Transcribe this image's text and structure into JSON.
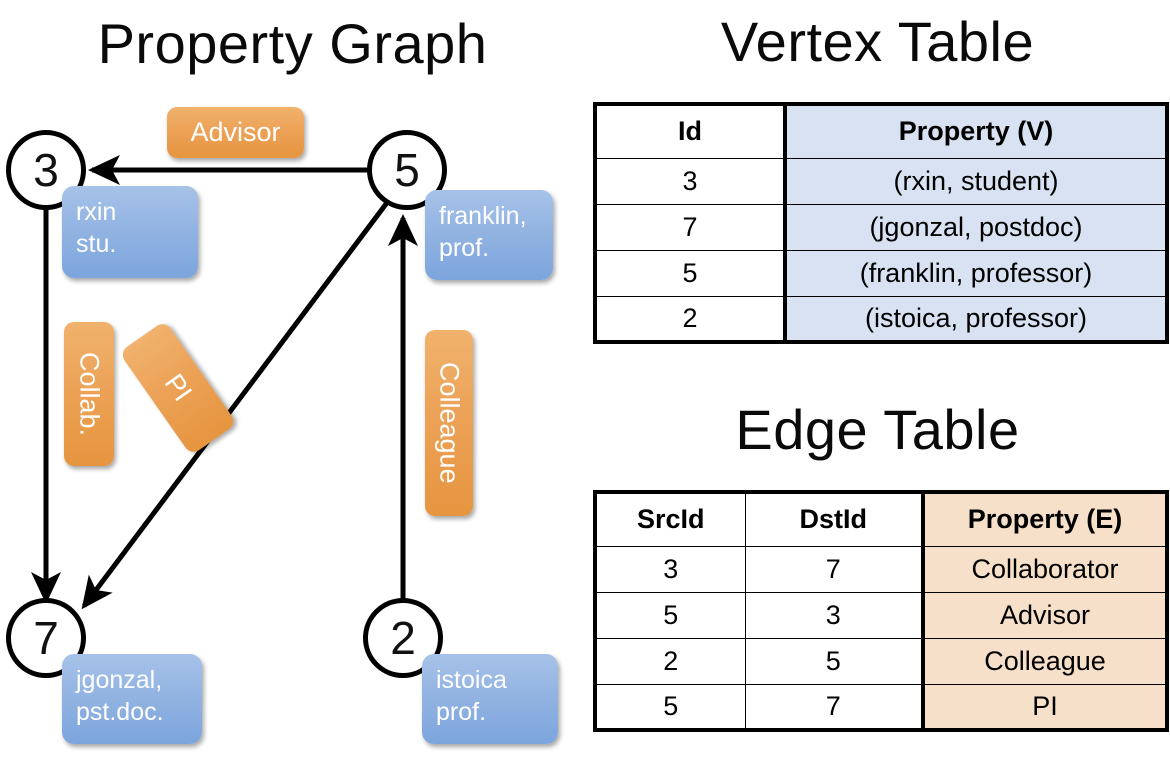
{
  "titles": {
    "property_graph": "Property Graph",
    "vertex_table": "Vertex Table",
    "edge_table": "Edge Table"
  },
  "graph": {
    "nodes": [
      {
        "id": "3",
        "label": "3",
        "property_lines": [
          "rxin",
          "stu."
        ]
      },
      {
        "id": "5",
        "label": "5",
        "property_lines": [
          "franklin,",
          "prof."
        ]
      },
      {
        "id": "7",
        "label": "7",
        "property_lines": [
          "jgonzal,",
          "pst.doc."
        ]
      },
      {
        "id": "2",
        "label": "2",
        "property_lines": [
          "istoica",
          "prof."
        ]
      }
    ],
    "edge_labels": [
      {
        "name": "advisor",
        "text": "Advisor"
      },
      {
        "name": "collab",
        "text": "Collab."
      },
      {
        "name": "pi",
        "text": "PI"
      },
      {
        "name": "colleague",
        "text": "Colleague"
      }
    ]
  },
  "vertex_table": {
    "headers": [
      "Id",
      "Property (V)"
    ],
    "rows": [
      [
        "3",
        "(rxin, student)"
      ],
      [
        "7",
        "(jgonzal, postdoc)"
      ],
      [
        "5",
        "(franklin, professor)"
      ],
      [
        "2",
        "(istoica, professor)"
      ]
    ]
  },
  "edge_table": {
    "headers": [
      "SrcId",
      "DstId",
      "Property (E)"
    ],
    "rows": [
      [
        "3",
        "7",
        "Collaborator"
      ],
      [
        "5",
        "3",
        "Advisor"
      ],
      [
        "2",
        "5",
        "Colleague"
      ],
      [
        "5",
        "7",
        "PI"
      ]
    ]
  },
  "colors": {
    "vertex_property_fill": "#d8e2f2",
    "edge_property_fill": "#f6e0c9",
    "node_box_blue": "#93b4e2",
    "edge_label_orange": "#eca257",
    "stroke": "#000000"
  }
}
